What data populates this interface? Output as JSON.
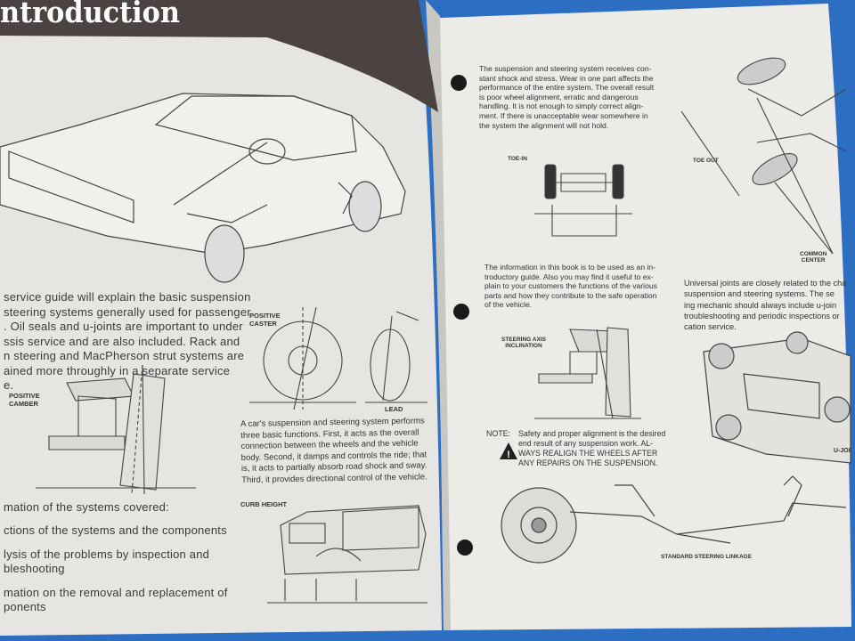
{
  "left_page": {
    "title": "ntroduction",
    "intro_lines": [
      "service guide will explain the basic suspension",
      "steering systems generally used for passenger",
      ". Oil seals and u-joints are important to under",
      "ssis service and are also included. Rack and",
      "n steering and MacPherson strut systems are",
      "ained more throughly in a separate service",
      "e."
    ],
    "systems_intro": "mation of the systems covered:",
    "list_items": [
      "ctions of the systems and the components",
      "lysis of the problems by inspection and",
      "bleshooting",
      "mation on the removal and replacement of",
      "ponents"
    ],
    "labels": {
      "positive_camber": [
        "POSITIVE",
        "CAMBER"
      ],
      "positive_caster": [
        "POSITIVE",
        "CASTER"
      ],
      "lead": "LEAD",
      "curb_height": "CURB HEIGHT"
    },
    "functions_text": [
      "A car's suspension and steering system performs",
      "three basic functions. First, it acts as the overall",
      "connection between the wheels and the vehicle",
      "body. Second, it damps and controls the ride; that",
      "is, it acts to partially absorb road shock and sway.",
      "Third, it provides directional control of the vehicle."
    ]
  },
  "right_page": {
    "stress_text": [
      "The suspension and steering system receives con-",
      "stant shock and stress. Wear in one part affects the",
      "performance of the entire system. The overall result",
      "is poor wheel alignment, erratic and dangerous",
      "handling. It is not enough to simply correct align-",
      "ment. If there is unacceptable wear somewhere in",
      "the system the alignment will not hold."
    ],
    "info_text": [
      "The information in this book is to be used as an in-",
      "troductory guide. Also you may find it useful to ex-",
      "plain to your customers the functions of the various",
      "parts and how they contribute to the safe operation",
      "of the vehicle."
    ],
    "ujoint_text": [
      "Universal joints are closely related to the cha",
      "suspension and steering systems. The se",
      "ing mechanic should always include u-join",
      "troubleshooting and periodic inspections or",
      "cation service."
    ],
    "note_label": "NOTE:",
    "note_lines": [
      "Safety and proper alignment is the desired",
      "end result of any suspension work. AL-",
      "WAYS REALIGN THE WHEELS AFTER",
      "ANY REPAIRS ON THE SUSPENSION."
    ],
    "labels": {
      "toe_in": "TOE-IN",
      "toe_out": "TOE OUT",
      "common_center": [
        "COMMON",
        "CENTER"
      ],
      "steering_axis": [
        "STEERING AXIS",
        "INCLINATION"
      ],
      "u_joint": "U-JOI",
      "linkage": "STANDARD STEERING LINKAGE"
    }
  },
  "colors": {
    "background": "#2b6fc4",
    "paper": "#ebebe8",
    "title_bar": "#4a4341",
    "warning": "#222222"
  }
}
